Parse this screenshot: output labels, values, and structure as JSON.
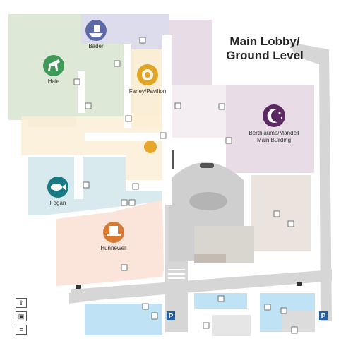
{
  "title": {
    "line1": "Main Lobby/",
    "line2": "Ground Level"
  },
  "buildings": {
    "bader": "Bader",
    "hale": "Hale",
    "farley": "Farley/Pavilion",
    "berthiaume_line1": "Berthiaume/Mandell",
    "berthiaume_line2": "Main Building",
    "fegan": "Fegan",
    "hunnewell": "Hunnewell"
  },
  "building_icons": {
    "bader": "boat-icon",
    "hale": "horse-icon",
    "farley": "sunflower-icon",
    "berthiaume": "moon-stars-icon",
    "fegan": "fish-icon",
    "hunnewell": "top-hat-icon"
  },
  "colors": {
    "bader": "#dcdcec",
    "hale": "#dde8d6",
    "farley": "#fbeed6",
    "berthiaume": "#e8dce6",
    "fegan": "#d8eaee",
    "hunnewell": "#fbe4da",
    "street": "#d6d6d6",
    "water": "#bfe3f5",
    "parking": "#1f5ea8"
  },
  "map_symbols": {
    "parking": "P",
    "elevator": "elevator-icon",
    "restroom": "restroom-icon",
    "stairs": "stairs-icon",
    "bus": "bus-icon"
  },
  "legend": [
    {
      "icon": "elevator-icon",
      "glyph": "⇕"
    },
    {
      "icon": "restroom-icon",
      "glyph": "▣"
    },
    {
      "icon": "stairs-icon",
      "glyph": "≡"
    }
  ]
}
